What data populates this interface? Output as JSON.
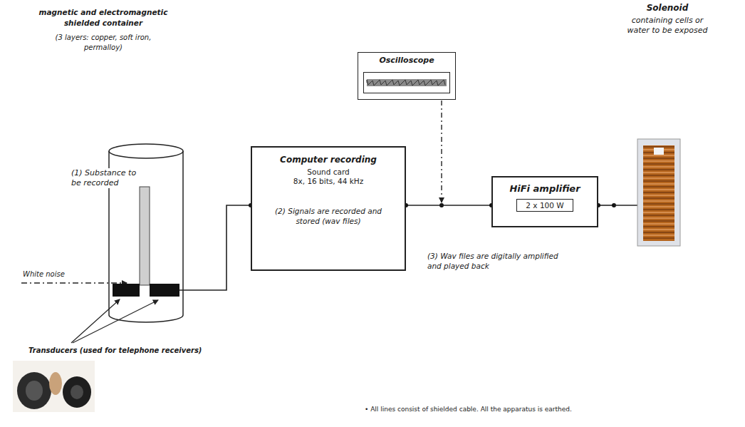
{
  "diagram": {
    "nodes": [
      {
        "text": [
          "(1) Substance to be recorded"
        ]
      },
      {
        "text": [
          "Computer recording",
          "Sound card",
          "8x, 16 bits, 44 kHz",
          "(2) Signals are recorded and stored (wav files)"
        ]
      },
      {
        "text": [
          "Oscilloscope"
        ]
      },
      {
        "text": [
          "HiFi amplifier",
          "2 x 100 W"
        ]
      },
      {
        "text": [
          "Solenoid",
          "containing cells or water to be exposed"
        ]
      }
    ],
    "edges": [
      {
        "from": 0,
        "to": 1,
        "arrow": "none"
      },
      {
        "from": 1,
        "to": 3,
        "arrow": "none"
      },
      {
        "from": 3,
        "to": 4,
        "arrow": "none"
      }
    ],
    "labels": [
      "magnetic and electromagnetic shielded container",
      "(3 layers: copper, soft iron, permalloy)",
      "White noise",
      "Transducers (used for telephone receivers)",
      "(3) Wav files are digitally amplified and played back",
      "• All lines consist of shielded cable. All the apparatus is earthed."
    ]
  }
}
